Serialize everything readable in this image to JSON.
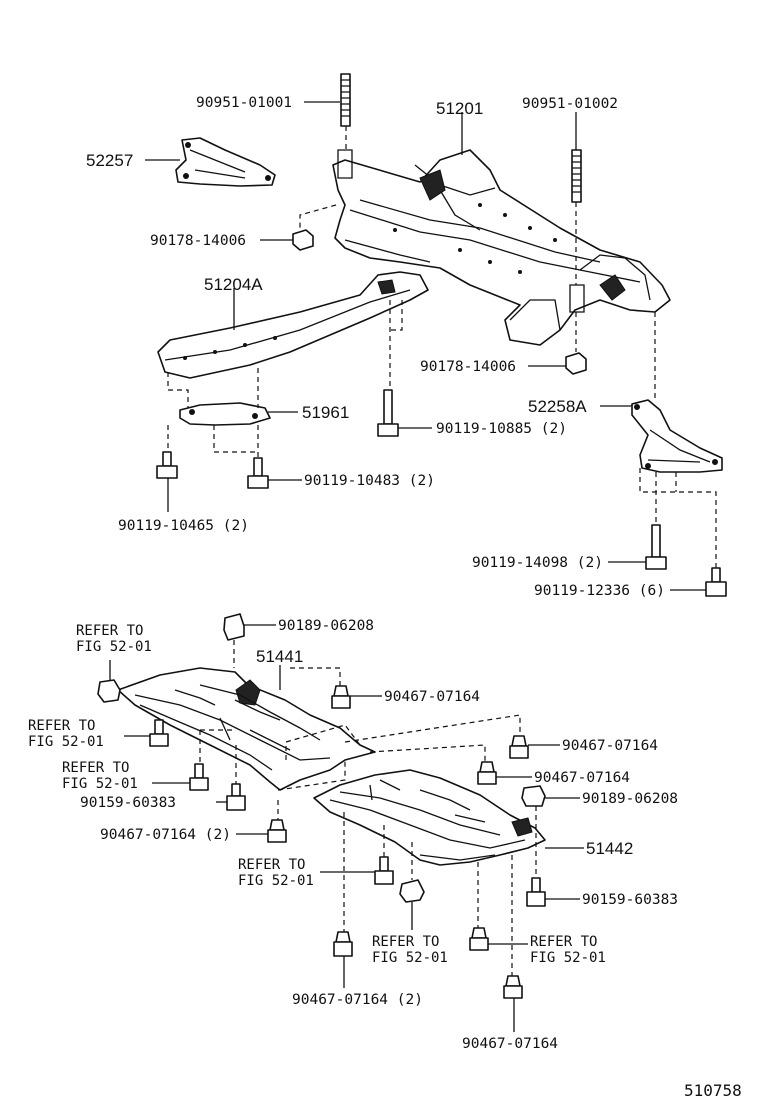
{
  "diagram": {
    "diagram_number": "510758",
    "labels": {
      "p90951_01001": "90951-01001",
      "p51201": "51201",
      "p90951_01002": "90951-01002",
      "p52257": "52257",
      "p90178_14006_a": "90178-14006",
      "p51204A": "51204A",
      "p90178_14006_b": "90178-14006",
      "p51961": "51961",
      "p90119_10885": "90119-10885 (2)",
      "p52258A": "52258A",
      "p90119_10483": "90119-10483 (2)",
      "p90119_10465": "90119-10465 (2)",
      "p90119_14098": "90119-14098 (2)",
      "p90119_12336": "90119-12336 (6)",
      "p90189_06208_a": "90189-06208",
      "p51441": "51441",
      "p90467_07164_a": "90467-07164",
      "p90467_07164_b": "90467-07164",
      "p90467_07164_c": "90467-07164",
      "p90189_06208_b": "90189-06208",
      "p90159_60383_a": "90159-60383",
      "p90467_07164_d": "90467-07164 (2)",
      "p51442": "51442",
      "p90159_60383_b": "90159-60383",
      "p90467_07164_e": "90467-07164 (2)",
      "p90467_07164_f": "90467-07164"
    },
    "references": [
      {
        "line1": "REFER TO",
        "line2": "FIG 52-01"
      },
      {
        "line1": "REFER TO",
        "line2": "FIG 52-01"
      },
      {
        "line1": "REFER TO",
        "line2": "FIG 52-01"
      },
      {
        "line1": "REFER TO",
        "line2": "FIG 52-01"
      },
      {
        "line1": "REFER TO",
        "line2": "FIG 52-01"
      },
      {
        "line1": "REFER TO",
        "line2": "FIG 52-01"
      }
    ]
  }
}
